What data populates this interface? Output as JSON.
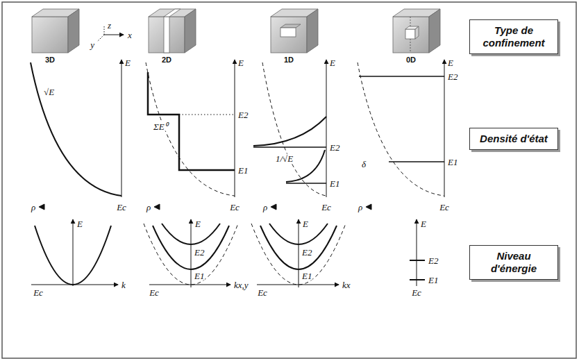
{
  "diagram": {
    "nodes": [
      {
        "text": [
          "Type de confinement"
        ]
      },
      {
        "text": [
          "Densité d'état"
        ]
      },
      {
        "text": [
          "Niveau d'énergie"
        ]
      }
    ],
    "labels": [
      "3D",
      "z",
      "y",
      "x",
      "2D",
      "1D",
      "0D",
      "E",
      "√E",
      "ρ",
      "Ec",
      "E",
      "E2",
      "ΣE⁰",
      "E1",
      "ρ",
      "Ec",
      "E",
      "E2",
      "1/√E",
      "E1",
      "ρ",
      "Ec",
      "E",
      "E2",
      "δ",
      "E1",
      "ρ",
      "Ec",
      "E",
      "Ec",
      "k",
      "E",
      "E2",
      "E1",
      "Ec",
      "kx,y",
      "E",
      "E2",
      "E1",
      "Ec",
      "kx",
      "E",
      "E2",
      "E1",
      "Ec"
    ]
  }
}
